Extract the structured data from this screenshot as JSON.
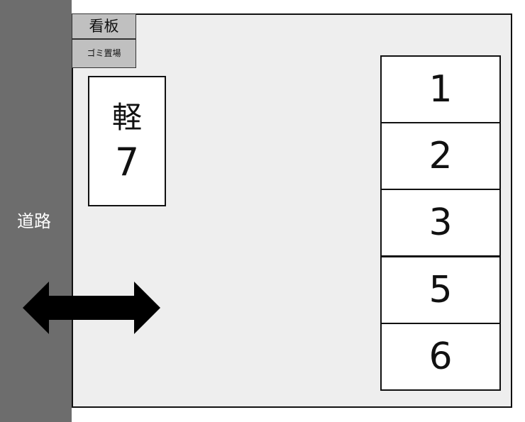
{
  "road": {
    "label": "道路",
    "color": "#6d6d6d"
  },
  "lot": {
    "background": "#eeeeee"
  },
  "sign": {
    "label": "看板"
  },
  "trash": {
    "label": "ゴミ置場"
  },
  "kei_space": {
    "label": "軽",
    "number": "7"
  },
  "parking_spaces": [
    "1",
    "2",
    "3",
    "5",
    "6"
  ],
  "entrance_arrow": {
    "icon": "double-arrow-icon",
    "color": "#000000"
  }
}
